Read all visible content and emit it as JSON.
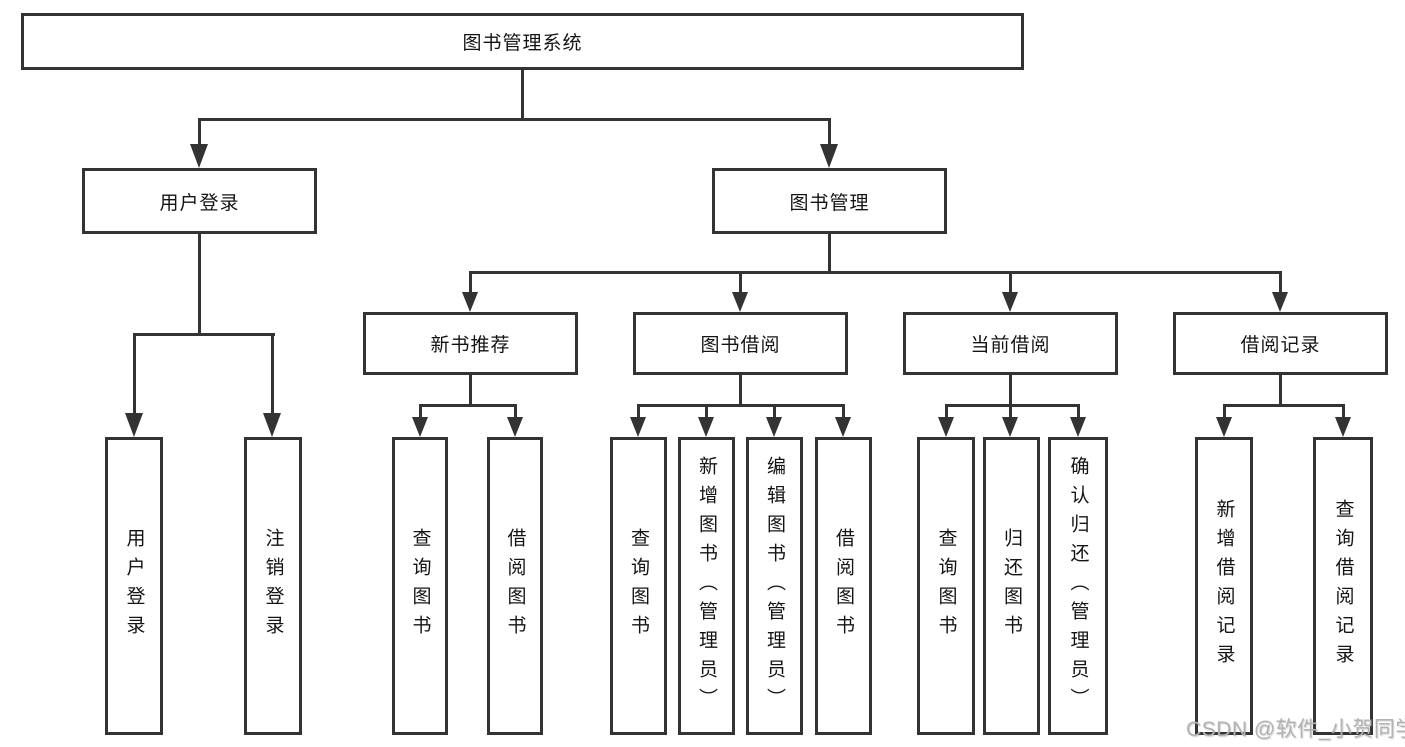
{
  "diagram": {
    "title": "图书管理系统",
    "root": {
      "label": "图书管理系统"
    },
    "level2": [
      {
        "label": "用户登录"
      },
      {
        "label": "图书管理"
      }
    ],
    "level3": [
      {
        "label": "新书推荐"
      },
      {
        "label": "图书借阅"
      },
      {
        "label": "当前借阅"
      },
      {
        "label": "借阅记录"
      }
    ],
    "leaves": {
      "user_login": [
        {
          "label": "用户登录"
        },
        {
          "label": "注销登录"
        }
      ],
      "new_book": [
        {
          "label": "查询图书"
        },
        {
          "label": "借阅图书"
        }
      ],
      "book_borrow": [
        {
          "label": "查询图书"
        },
        {
          "label": "新增图书（管理员）"
        },
        {
          "label": "编辑图书（管理员）"
        },
        {
          "label": "借阅图书"
        }
      ],
      "current_borrow": [
        {
          "label": "查询图书"
        },
        {
          "label": "归还图书"
        },
        {
          "label": "确认归还（管理员）"
        }
      ],
      "borrow_record": [
        {
          "label": "新增借阅记录"
        },
        {
          "label": "查询借阅记录"
        }
      ]
    },
    "colors": {
      "line": "#333333",
      "text": "#141414",
      "background": "#ffffff",
      "watermark": "#b3b3b3"
    }
  },
  "watermark": {
    "text": "CSDN @软件_小贺同学"
  }
}
